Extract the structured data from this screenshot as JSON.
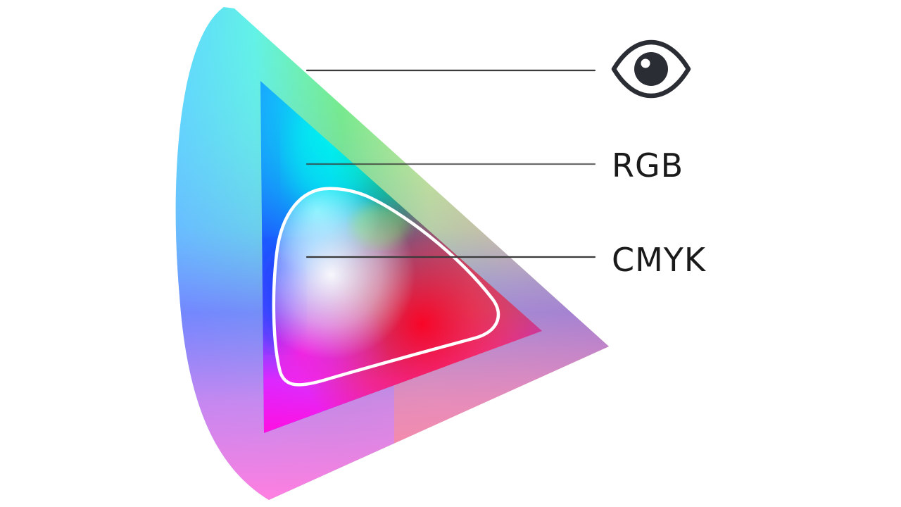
{
  "diagram": {
    "regions": [
      {
        "id": "visible",
        "legend_icon": "eye-icon"
      },
      {
        "id": "rgb",
        "label": "RGB"
      },
      {
        "id": "cmyk",
        "label": "CMYK"
      }
    ],
    "colors": {
      "line": "#3a3a3a",
      "cmyk_outline": "#ffffff",
      "icon": "#2a2d33",
      "text": "#1a1a1a"
    }
  }
}
